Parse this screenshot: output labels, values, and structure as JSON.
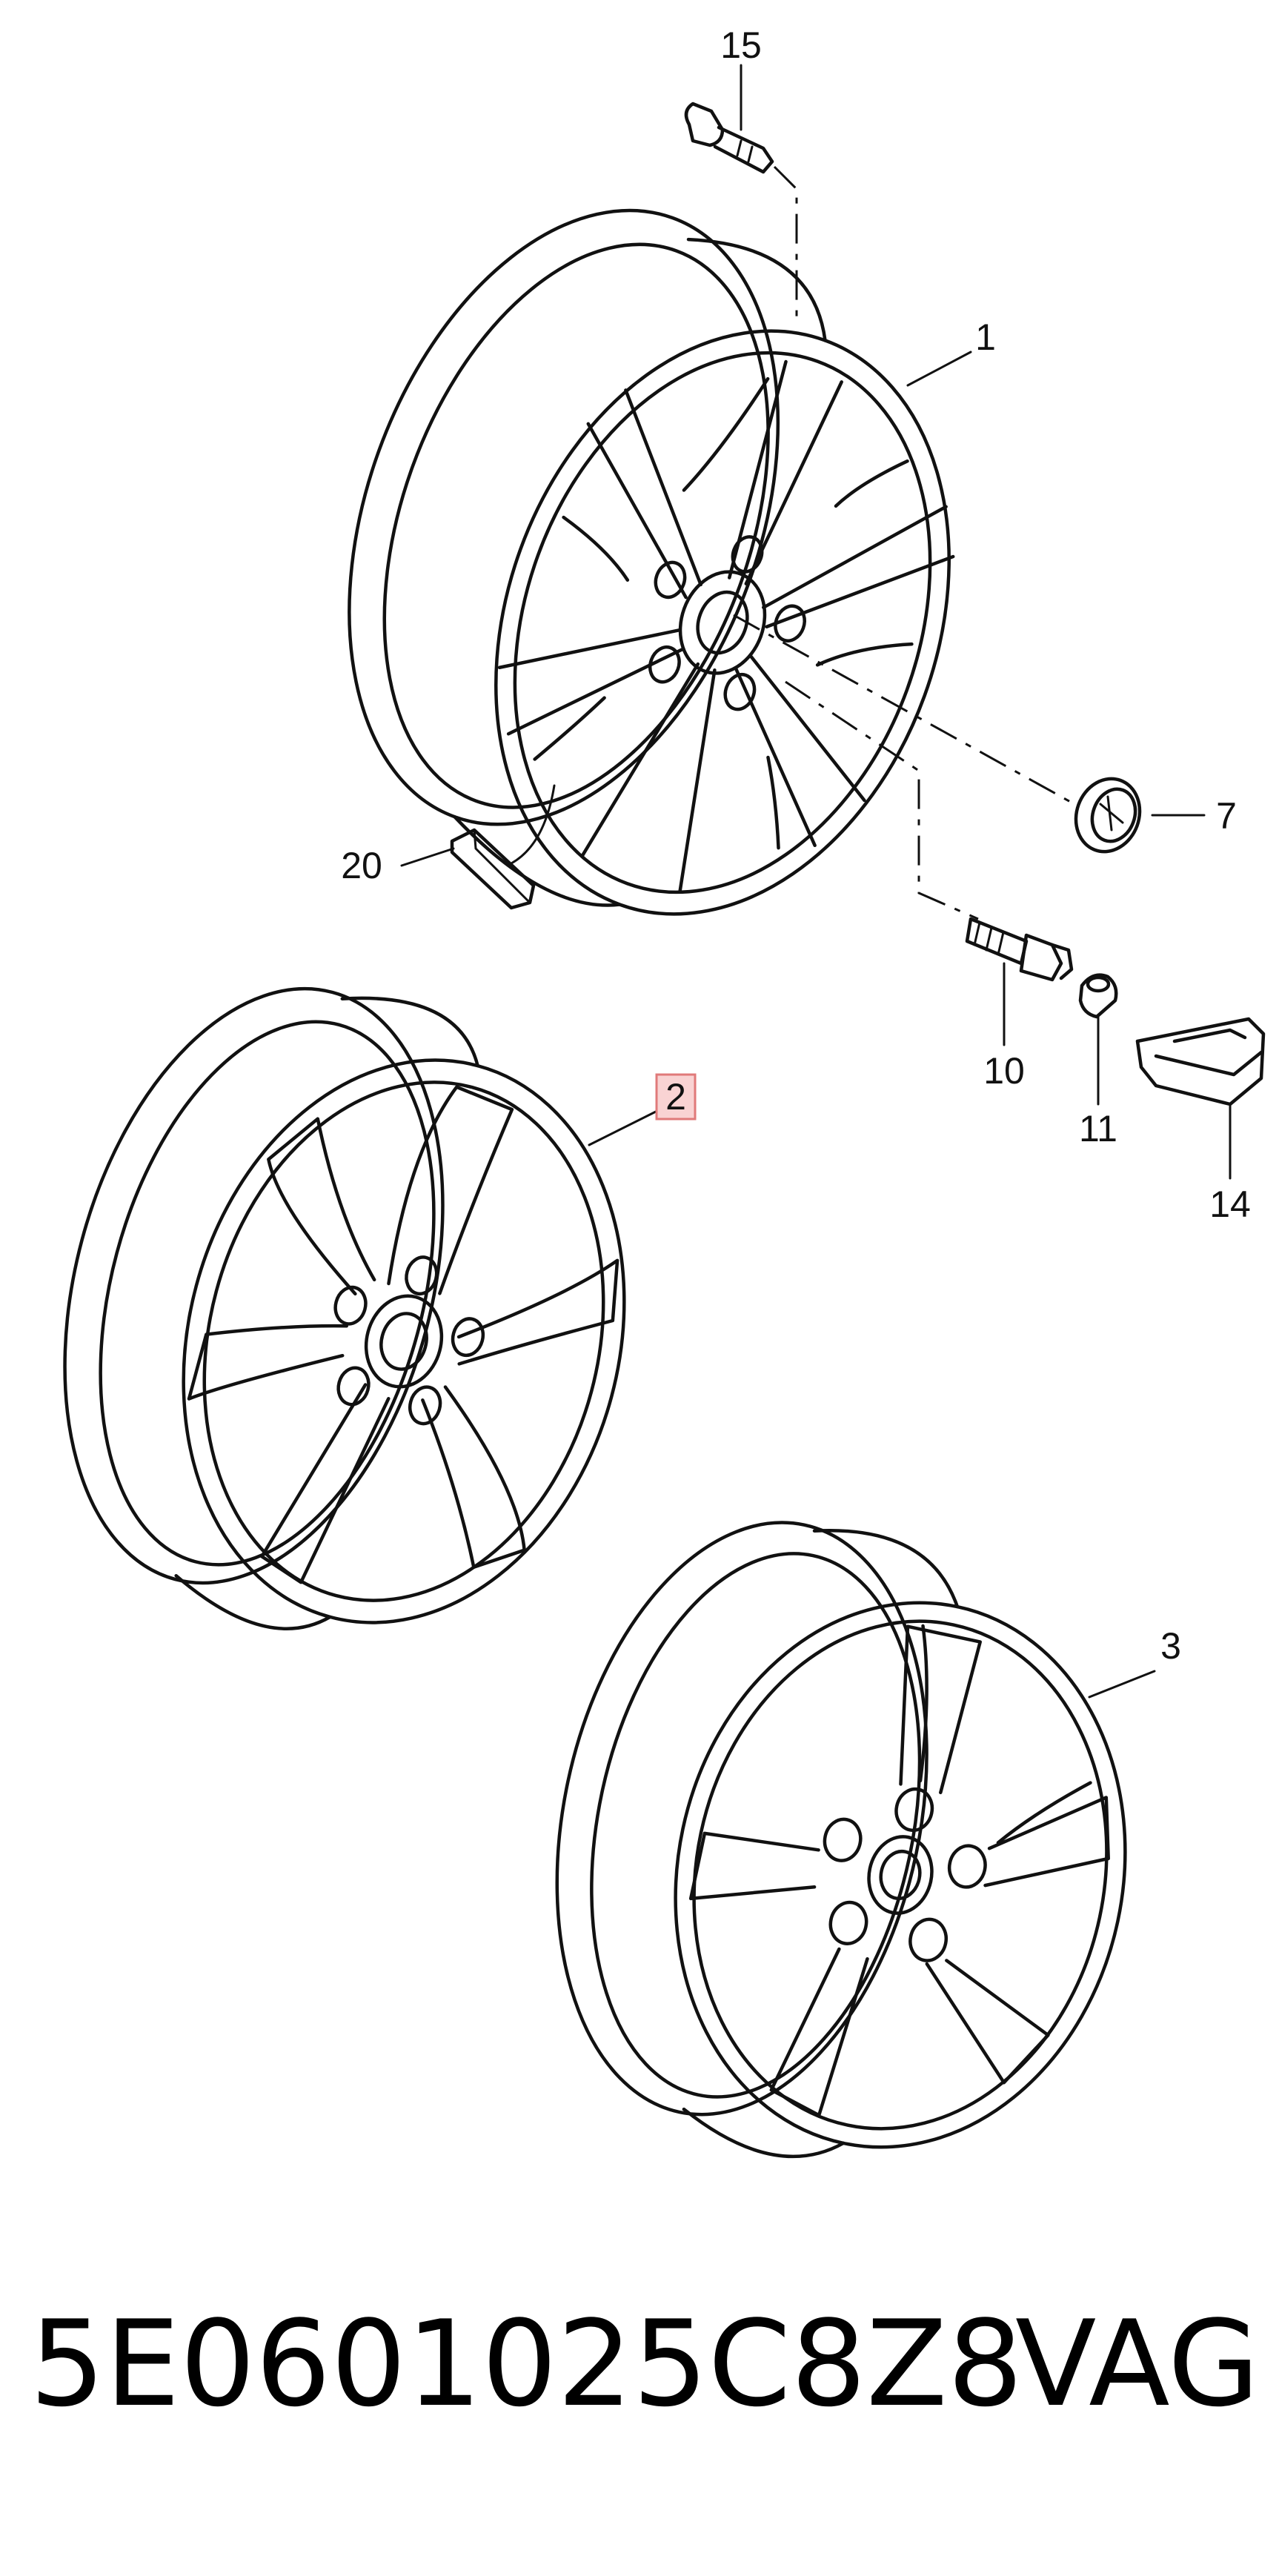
{
  "callouts": [
    {
      "label": "15",
      "highlight": false
    },
    {
      "label": "1",
      "highlight": false
    },
    {
      "label": "7",
      "highlight": false
    },
    {
      "label": "20",
      "highlight": false
    },
    {
      "label": "10",
      "highlight": false
    },
    {
      "label": "11",
      "highlight": false
    },
    {
      "label": "14",
      "highlight": false
    },
    {
      "label": "2",
      "highlight": true
    },
    {
      "label": "3",
      "highlight": false
    }
  ],
  "caption": {
    "part_number": "5E0601025C8Z8",
    "brand": "VAG"
  },
  "colors": {
    "line": "#111111",
    "highlight_fill": "#f9d3d3",
    "highlight_stroke": "#e07a7a"
  }
}
